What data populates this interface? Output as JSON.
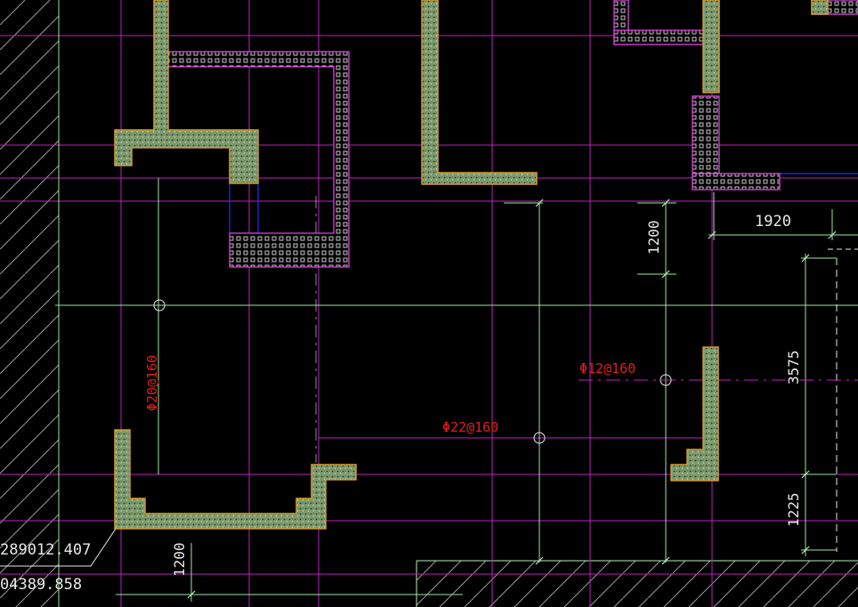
{
  "colors": {
    "background": "#000000",
    "grid_magenta": "#c020c0",
    "grid_green": "#9ce89c",
    "dim_green": "#b8f0b8",
    "wall_fill": "#7d9a6e",
    "wall_edge": "#d49a2a",
    "column_edge": "#e040e0",
    "annotation_red": "#e02020",
    "dim_text": "#e8e8e8",
    "hatch": "#9a9a9a",
    "blue": "#2030ff"
  },
  "dimensions": {
    "top_right_horizontal": "1920",
    "top_right_vertical": "1200",
    "right_vertical_upper": "3575",
    "right_vertical_lower": "1225",
    "bottom_left_vertical": "1200"
  },
  "rebar_labels": {
    "left_vertical": "Φ20@160",
    "center_horizontal": "Φ22@160",
    "right_upper": "Φ12@160"
  },
  "coordinates": {
    "line1": "289012.407",
    "line2": "04389.858"
  }
}
